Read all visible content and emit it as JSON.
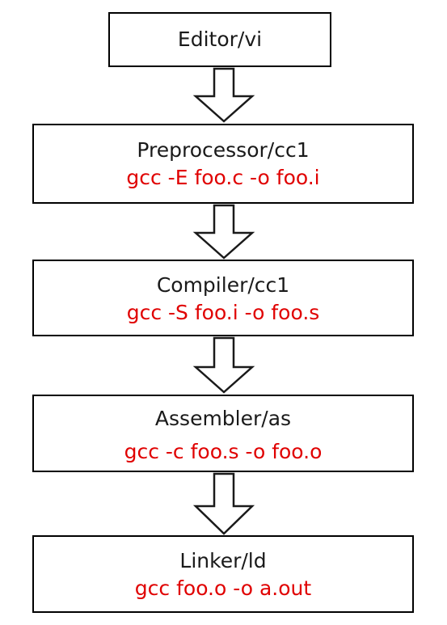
{
  "colors": {
    "box_border": "#000000",
    "box_text": "#1a1a1a",
    "command_text": "#e00000",
    "arrow_stroke": "#1a1a1a",
    "arrow_fill": "#ffffff"
  },
  "stages": [
    {
      "title": "Editor/vi",
      "command": ""
    },
    {
      "title": "Preprocessor/cc1",
      "command": "gcc -E foo.c -o foo.i"
    },
    {
      "title": "Compiler/cc1",
      "command": "gcc -S foo.i -o foo.s"
    },
    {
      "title": "Assembler/as",
      "command": "gcc -c foo.s -o foo.o"
    },
    {
      "title": "Linker/ld",
      "command": "gcc foo.o -o a.out"
    }
  ],
  "arrows": [
    {
      "icon": "down-arrow-icon"
    },
    {
      "icon": "down-arrow-icon"
    },
    {
      "icon": "down-arrow-icon"
    },
    {
      "icon": "down-arrow-icon"
    }
  ]
}
